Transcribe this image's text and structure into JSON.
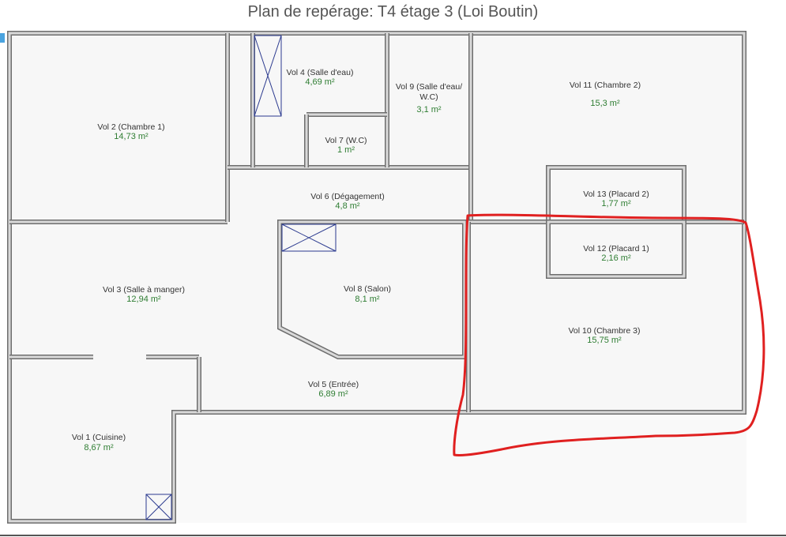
{
  "title": "Plan de repérage: T4 étage 3 (Loi Boutin)",
  "colors": {
    "wall": "#6e6e6e",
    "floor": "#f7f7f7",
    "area_text": "#2e7d32",
    "highlight": "#e02020",
    "shaft": "#2b3a8f"
  },
  "rooms": [
    {
      "id": "vol2",
      "name": "Vol 2 (Chambre 1)",
      "area": "14,73 m²"
    },
    {
      "id": "vol4",
      "name": "Vol 4 (Salle d'eau)",
      "area": "4,69 m²"
    },
    {
      "id": "vol9",
      "name_l1": "Vol 9 (Salle d'eau/",
      "name_l2": "W.C)",
      "area": "3,1 m²"
    },
    {
      "id": "vol11",
      "name": "Vol 11 (Chambre 2)",
      "area": "15,3 m²"
    },
    {
      "id": "vol7",
      "name": "Vol 7 (W.C)",
      "area": "1 m²"
    },
    {
      "id": "vol6",
      "name": "Vol 6 (Dégagement)",
      "area": "4,8 m²"
    },
    {
      "id": "vol13",
      "name": "Vol 13 (Placard 2)",
      "area": "1,77 m²"
    },
    {
      "id": "vol12",
      "name": "Vol 12 (Placard 1)",
      "area": "2,16 m²"
    },
    {
      "id": "vol3",
      "name": "Vol 3 (Salle à manger)",
      "area": "12,94 m²"
    },
    {
      "id": "vol8",
      "name": "Vol 8 (Salon)",
      "area": "8,1 m²"
    },
    {
      "id": "vol10",
      "name": "Vol 10 (Chambre 3)",
      "area": "15,75 m²"
    },
    {
      "id": "vol5",
      "name": "Vol 5 (Entrée)",
      "area": "6,89 m²"
    },
    {
      "id": "vol1",
      "name": "Vol 1 (Cuisine)",
      "area": "8,67 m²"
    }
  ]
}
